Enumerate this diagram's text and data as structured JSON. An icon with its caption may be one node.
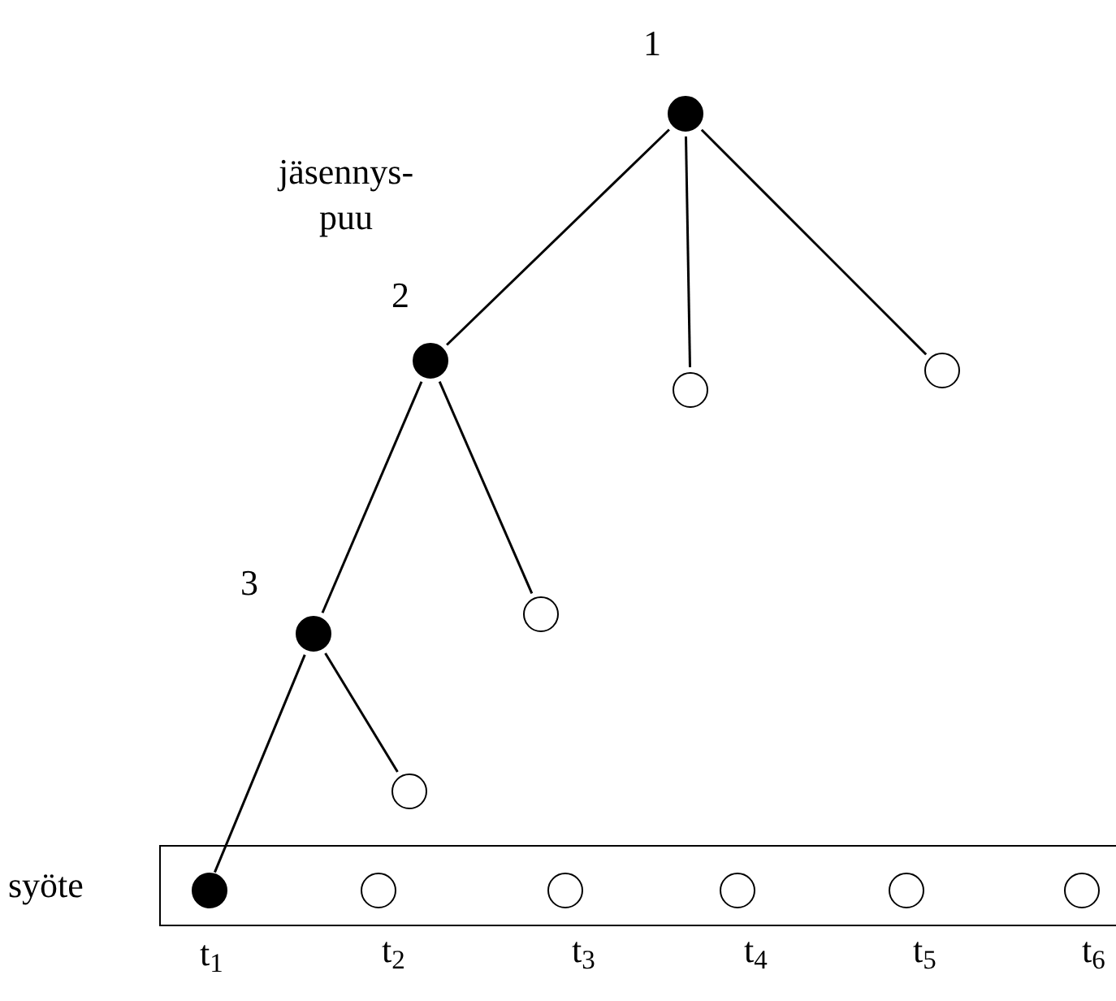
{
  "diagram": {
    "nodes": [
      {
        "text": [],
        "shape": "dot",
        "beside": [
          "1"
        ]
      },
      {
        "text": [],
        "shape": "dot",
        "beside": [
          "2"
        ]
      },
      {
        "text": [],
        "shape": "circle"
      },
      {
        "text": [],
        "shape": "circle"
      },
      {
        "text": [],
        "shape": "dot",
        "beside": [
          "3"
        ]
      },
      {
        "text": [],
        "shape": "circle"
      },
      {
        "text": [],
        "shape": "circle"
      },
      {
        "text": [
          "syöte"
        ]
      },
      {
        "text": [],
        "shape": "dot",
        "in": 7,
        "beside": [
          "t$_{1}$"
        ]
      },
      {
        "text": [],
        "shape": "circle",
        "in": 7,
        "beside": [
          "t$_{2}$"
        ]
      },
      {
        "text": [],
        "shape": "circle",
        "in": 7,
        "beside": [
          "t$_{3}$"
        ]
      },
      {
        "text": [],
        "shape": "circle",
        "in": 7,
        "beside": [
          "t$_{4}$"
        ]
      },
      {
        "text": [],
        "shape": "circle",
        "in": 7,
        "beside": [
          "t$_{5}$"
        ]
      },
      {
        "text": [],
        "shape": "circle",
        "in": 7,
        "beside": [
          "t$_{6}$"
        ]
      }
    ],
    "edges": [
      {
        "from": 0,
        "to": 1,
        "arrow": "none"
      },
      {
        "from": 0,
        "to": 2,
        "arrow": "none"
      },
      {
        "from": 0,
        "to": 3,
        "arrow": "none"
      },
      {
        "from": 1,
        "to": 4,
        "arrow": "none"
      },
      {
        "from": 1,
        "to": 5,
        "arrow": "none"
      },
      {
        "from": 4,
        "to": 6,
        "arrow": "none"
      },
      {
        "from": 4,
        "to": 8,
        "arrow": "none"
      }
    ],
    "labels": [
      "jäsennys- puu"
    ]
  }
}
